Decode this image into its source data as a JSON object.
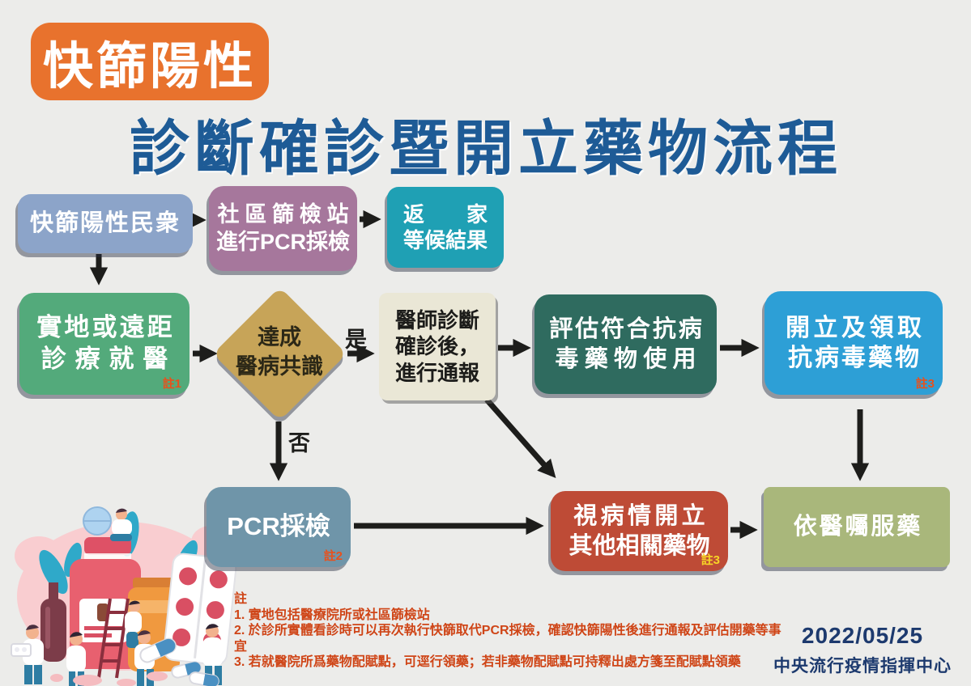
{
  "header": {
    "badge": "快篩陽性",
    "title": "診斷確診暨開立藥物流程"
  },
  "flow": {
    "rapid_positive_public": {
      "line1": "快篩陽性民衆",
      "color": "#8ca4c9"
    },
    "community_station": {
      "line1": "社區篩檢站",
      "line2": "進行PCR採檢",
      "color": "#a6779c"
    },
    "return_home": {
      "line1": "返　　家",
      "line2": "等候結果",
      "color": "#1fa0b4"
    },
    "onsite_or_remote": {
      "line1": "實地或遠距",
      "line2": "診療就醫",
      "note": "註1",
      "color": "#53aa7b"
    },
    "consensus_decision": {
      "line1": "達成",
      "line2": "醫病共識",
      "color": "#c7a458"
    },
    "doctor_diagnosis": {
      "line1": "醫師診斷",
      "line2": "確診後，",
      "line3": "進行通報",
      "color": "#eae7d6"
    },
    "evaluate_antiviral": {
      "line1": "評估符合抗病",
      "line2": "毒藥物使用",
      "color": "#2f6b5f"
    },
    "prescribe_antiviral": {
      "line1": "開立及領取",
      "line2": "抗病毒藥物",
      "note": "註3",
      "color": "#2d9fd6"
    },
    "pcr_test": {
      "line1": "PCR採檢",
      "note": "註2",
      "color": "#6f95a9"
    },
    "other_medication": {
      "line1": "視病情開立",
      "line2": "其他相關藥物",
      "note": "註3",
      "color": "#be4b36"
    },
    "take_medication": {
      "line1": "依醫囑服藥",
      "color": "#a9b77b"
    }
  },
  "labels": {
    "yes": "是",
    "no": "否"
  },
  "footnotes": {
    "title": "註",
    "items": [
      "1. 實地包括醫療院所或社區篩檢站",
      "2. 於診所實體看診時可以再次執行快篩取代PCR採檢，確認快篩陽性後進行通報及評估開藥等事宜",
      "3. 若就醫院所爲藥物配賦點，可逕行領藥；若非藥物配賦點可持釋出處方箋至配賦點領藥"
    ]
  },
  "footer": {
    "date": "2022/05/25",
    "organization": "中央流行疫情指揮中心"
  },
  "colors": {
    "background": "#ececea",
    "accent_orange": "#e8722d",
    "title_blue": "#1e5b96",
    "arrow_black": "#1d1d1b",
    "note_red": "#e8511c",
    "note_yellow": "#f7d426",
    "footnote_red": "#cf4517",
    "footer_navy": "#1d3a6e"
  },
  "illustration": {
    "description": "pharmacists-and-doctors-with-giant-medicines-illustration"
  }
}
